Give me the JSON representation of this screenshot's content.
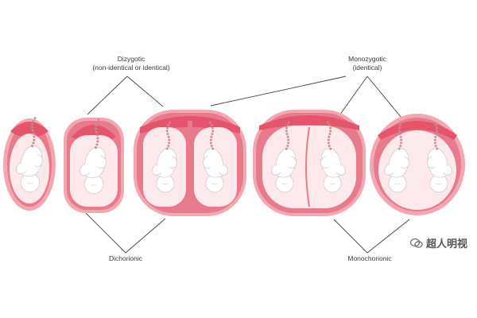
{
  "labels": {
    "dizygotic_title": "Dizygotic",
    "dizygotic_sub": "(non-identical or identical)",
    "monozygotic_title": "Monozygotic",
    "monozygotic_sub": "(identical)",
    "dichorionic": "Dichorionic",
    "monochorionic": "Monochorionic"
  },
  "watermark": {
    "text": "超人明视",
    "icon": "wechat-logo-icon"
  },
  "colors": {
    "chorion": "#e87b8b",
    "uterus_outer": "#f3a7b3",
    "placenta": "#e4546b",
    "fluid": "#fde8ec",
    "fetus": "#ffffff",
    "cord": "#c98a90",
    "line": "#444444"
  }
}
